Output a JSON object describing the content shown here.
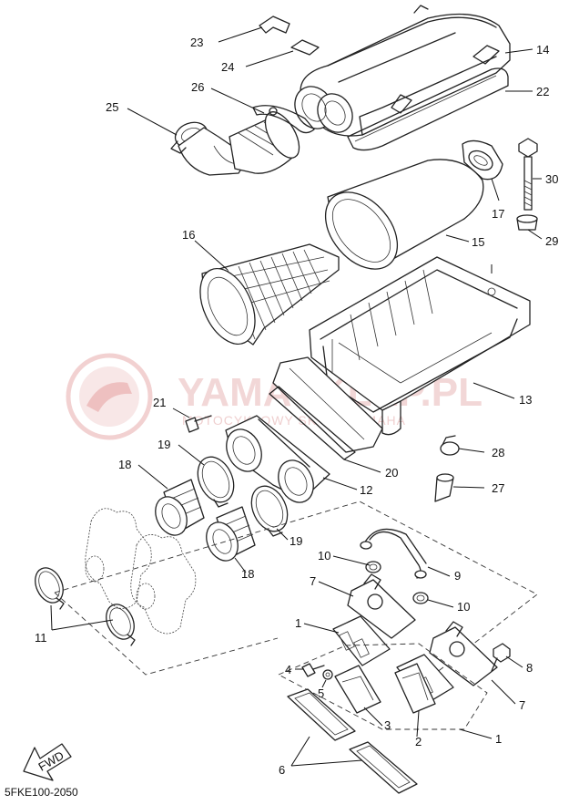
{
  "diagram_code": "5FKE100-2050",
  "fwd_label": "FWD",
  "watermark": {
    "main": "YAMASKLEP.PL",
    "sub": "MOTOCYKLOWY SKLEP YAMAHA"
  },
  "callouts": {
    "c23": "23",
    "c24": "24",
    "c14": "14",
    "c22": "22",
    "c26": "26",
    "c25": "25",
    "c30": "30",
    "c17": "17",
    "c29": "29",
    "c16": "16",
    "c15": "15",
    "c13": "13",
    "c21": "21",
    "c19a": "19",
    "c18a": "18",
    "c28": "28",
    "c20": "20",
    "c12": "12",
    "c27": "27",
    "c19b": "19",
    "c18b": "18",
    "c10a": "10",
    "c9": "9",
    "c7a": "7",
    "c10b": "10",
    "c11": "11",
    "c1a": "1",
    "c8": "8",
    "c4": "4",
    "c5": "5",
    "c7b": "7",
    "c3": "3",
    "c2": "2",
    "c1b": "1",
    "c6": "6"
  }
}
